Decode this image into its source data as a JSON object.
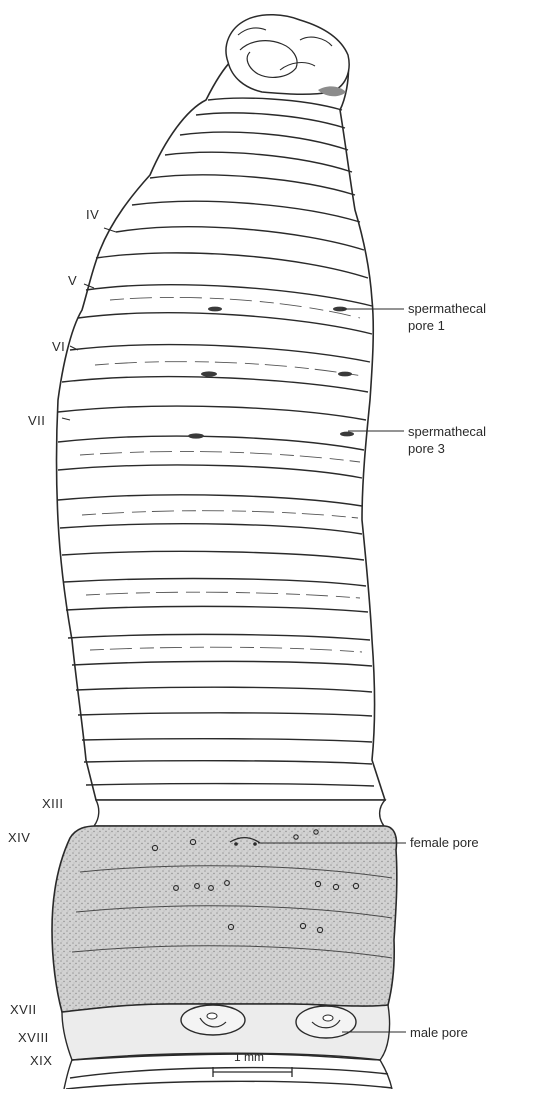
{
  "segments": {
    "iv": "IV",
    "v": "V",
    "vi": "VI",
    "vii": "VII",
    "xiii": "XIII",
    "xiv": "XIV",
    "xvii": "XVII",
    "xviii": "XVIII",
    "xix": "XIX"
  },
  "callouts": {
    "spermathecal_pore_1": {
      "line1": "spermathecal",
      "line2": "pore 1"
    },
    "spermathecal_pore_3": {
      "line1": "spermathecal",
      "line2": "pore 3"
    },
    "female_pore": "female pore",
    "male_pore": "male pore"
  },
  "scale_bar": {
    "label": "1 mm"
  },
  "colors": {
    "ink": "#2a2a2a",
    "clitellum": "#c9c9c9",
    "paper": "#ffffff"
  }
}
